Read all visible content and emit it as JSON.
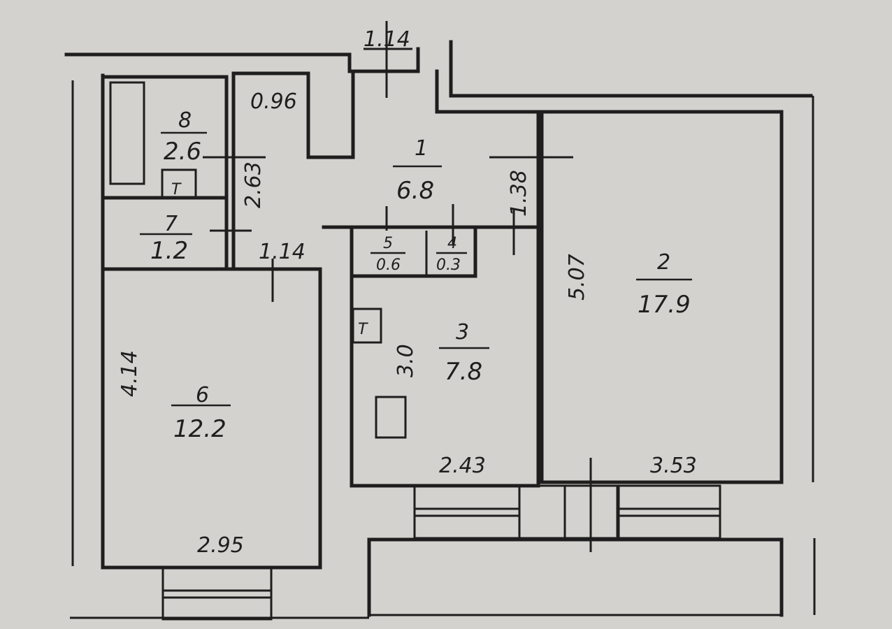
{
  "plan": {
    "rooms": [
      {
        "number": "1",
        "area": "6.8"
      },
      {
        "number": "2",
        "area": "17.9"
      },
      {
        "number": "3",
        "area": "7.8"
      },
      {
        "number": "5",
        "area": "0.6"
      },
      {
        "number": "4",
        "area": "0.3"
      },
      {
        "number": "6",
        "area": "12.2"
      },
      {
        "number": "7",
        "area": "1.2"
      },
      {
        "number": "8",
        "area": "2.6"
      }
    ],
    "dimensions": {
      "entry_top": "1.14",
      "storage_depth": "0.96",
      "bath_height": "2.63",
      "hall_width": "1.38",
      "hall_opening": "1.14",
      "room2_height": "5.07",
      "kitchen_height": "3.0",
      "room6_height": "4.14",
      "room6_width": "2.95",
      "kitchen_width": "2.43",
      "room2_width": "3.53"
    },
    "fixtures": {
      "toilet_symbol": "T",
      "stove_symbol": "T"
    }
  }
}
